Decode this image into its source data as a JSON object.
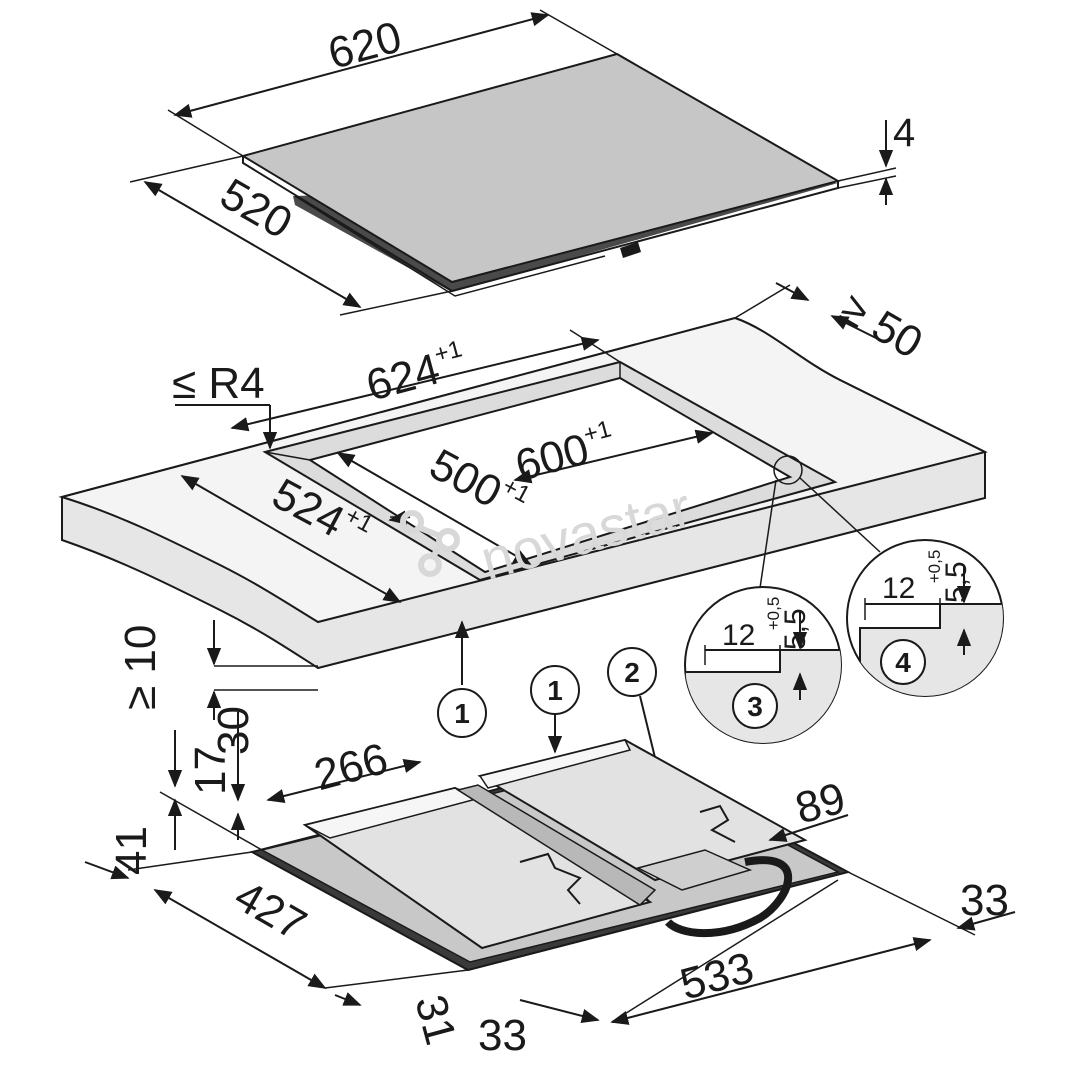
{
  "hob": {
    "width": "620",
    "depth": "520",
    "glass_thickness": "4"
  },
  "cutout": {
    "rear_clearance": "≥ 50",
    "corner_radius": "≤ R4",
    "outer_width": "624",
    "outer_width_tol": "+1",
    "outer_depth": "524",
    "outer_depth_tol": "+1",
    "inner_width": "600",
    "inner_width_tol": "+1",
    "inner_depth": "500",
    "inner_depth_tol": "+1",
    "front_clearance": "≥ 10"
  },
  "details": {
    "d3": {
      "width": "12",
      "height": "5,5",
      "tol": "+0,5",
      "label": "3"
    },
    "d4": {
      "width": "12",
      "height": "5,5",
      "tol": "+0,5",
      "label": "4"
    }
  },
  "callouts": {
    "c1a": "1",
    "c1b": "1",
    "c2": "2"
  },
  "base": {
    "h17": "17",
    "h30": "30",
    "w266": "266",
    "w89": "89",
    "h41": "41",
    "d427": "427",
    "d31": "31",
    "d33a": "33",
    "w533": "533",
    "d33b": "33"
  },
  "watermark": "novastar"
}
